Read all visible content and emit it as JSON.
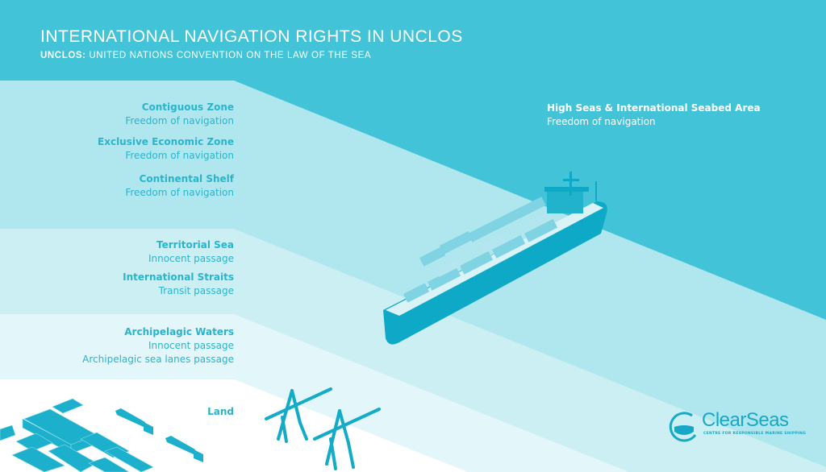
{
  "header": {
    "title": "INTERNATIONAL NAVIGATION RIGHTS IN UNCLOS",
    "subtitle_abbr": "UNCLOS:",
    "subtitle_text": "UNITED NATIONS CONVENTION ON THE LAW OF THE SEA"
  },
  "colors": {
    "high_seas": "#42c3d8",
    "band_eez": "#b0e7ef",
    "band_territorial": "#cbeff3",
    "band_archipelagic": "#e3f6f9",
    "land": "#ffffff",
    "accent": "#17a8c6"
  },
  "zones": [
    {
      "name": "Contiguous Zone",
      "rights": [
        "Freedom of navigation"
      ]
    },
    {
      "name": "Exclusive Economic Zone",
      "rights": [
        "Freedom of navigation"
      ]
    },
    {
      "name": "Continental Shelf",
      "rights": [
        "Freedom of navigation"
      ]
    },
    {
      "name": "Territorial Sea",
      "rights": [
        "Innocent passage"
      ]
    },
    {
      "name": "International Straits",
      "rights": [
        "Transit passage"
      ]
    },
    {
      "name": "Archipelagic Waters",
      "rights": [
        "Innocent passage",
        "Archipelagic sea lanes passage"
      ]
    },
    {
      "name": "Land",
      "rights": []
    }
  ],
  "high_seas": {
    "name": "High Seas & International Seabed Area",
    "rights": [
      "Freedom of navigation"
    ]
  },
  "logo": {
    "name": "ClearSeas",
    "tagline": "CENTRE FOR RESPONSIBLE MARINE SHIPPING"
  },
  "illustrations": [
    "container-ship",
    "gantry-cranes",
    "shipping-containers",
    "trucks"
  ]
}
